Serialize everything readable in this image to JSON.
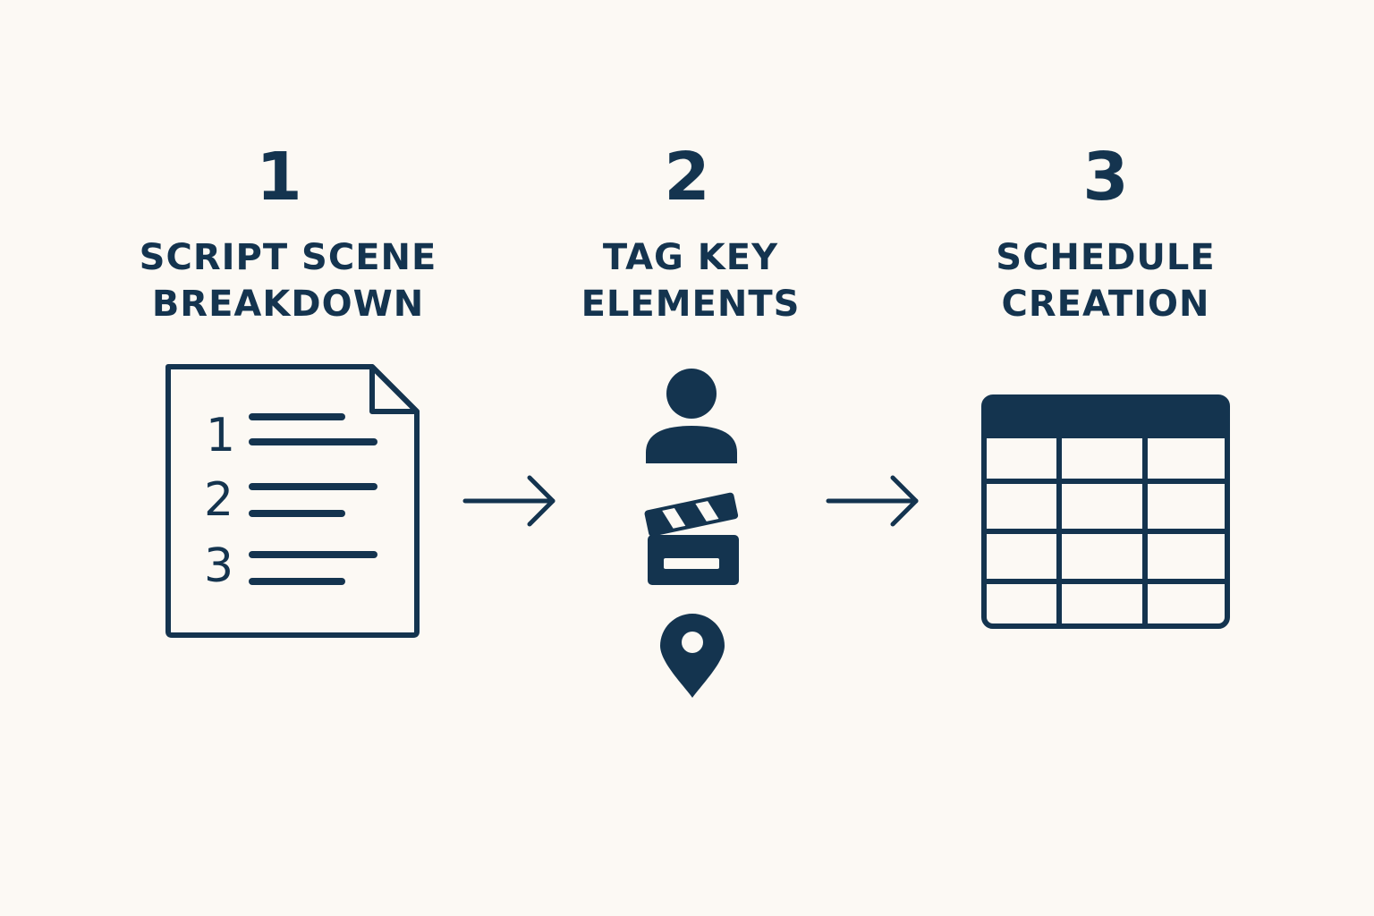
{
  "colors": {
    "background": "#fcf9f4",
    "ink": "#14344f"
  },
  "steps": [
    {
      "number": "1",
      "title_line1": "SCRIPT SCENE",
      "title_line2": "BREAKDOWN",
      "icon": "numbered-document-icon",
      "list_numbers": [
        "1",
        "2",
        "3"
      ]
    },
    {
      "number": "2",
      "title_line1": "TAG KEY",
      "title_line2": "ELEMENTS",
      "icons": [
        "person-icon",
        "clapperboard-icon",
        "location-pin-icon"
      ]
    },
    {
      "number": "3",
      "title_line1": "SCHEDULE",
      "title_line2": "CREATION",
      "icon": "schedule-grid-icon"
    }
  ],
  "connectors": [
    "arrow-right-icon",
    "arrow-right-icon"
  ]
}
